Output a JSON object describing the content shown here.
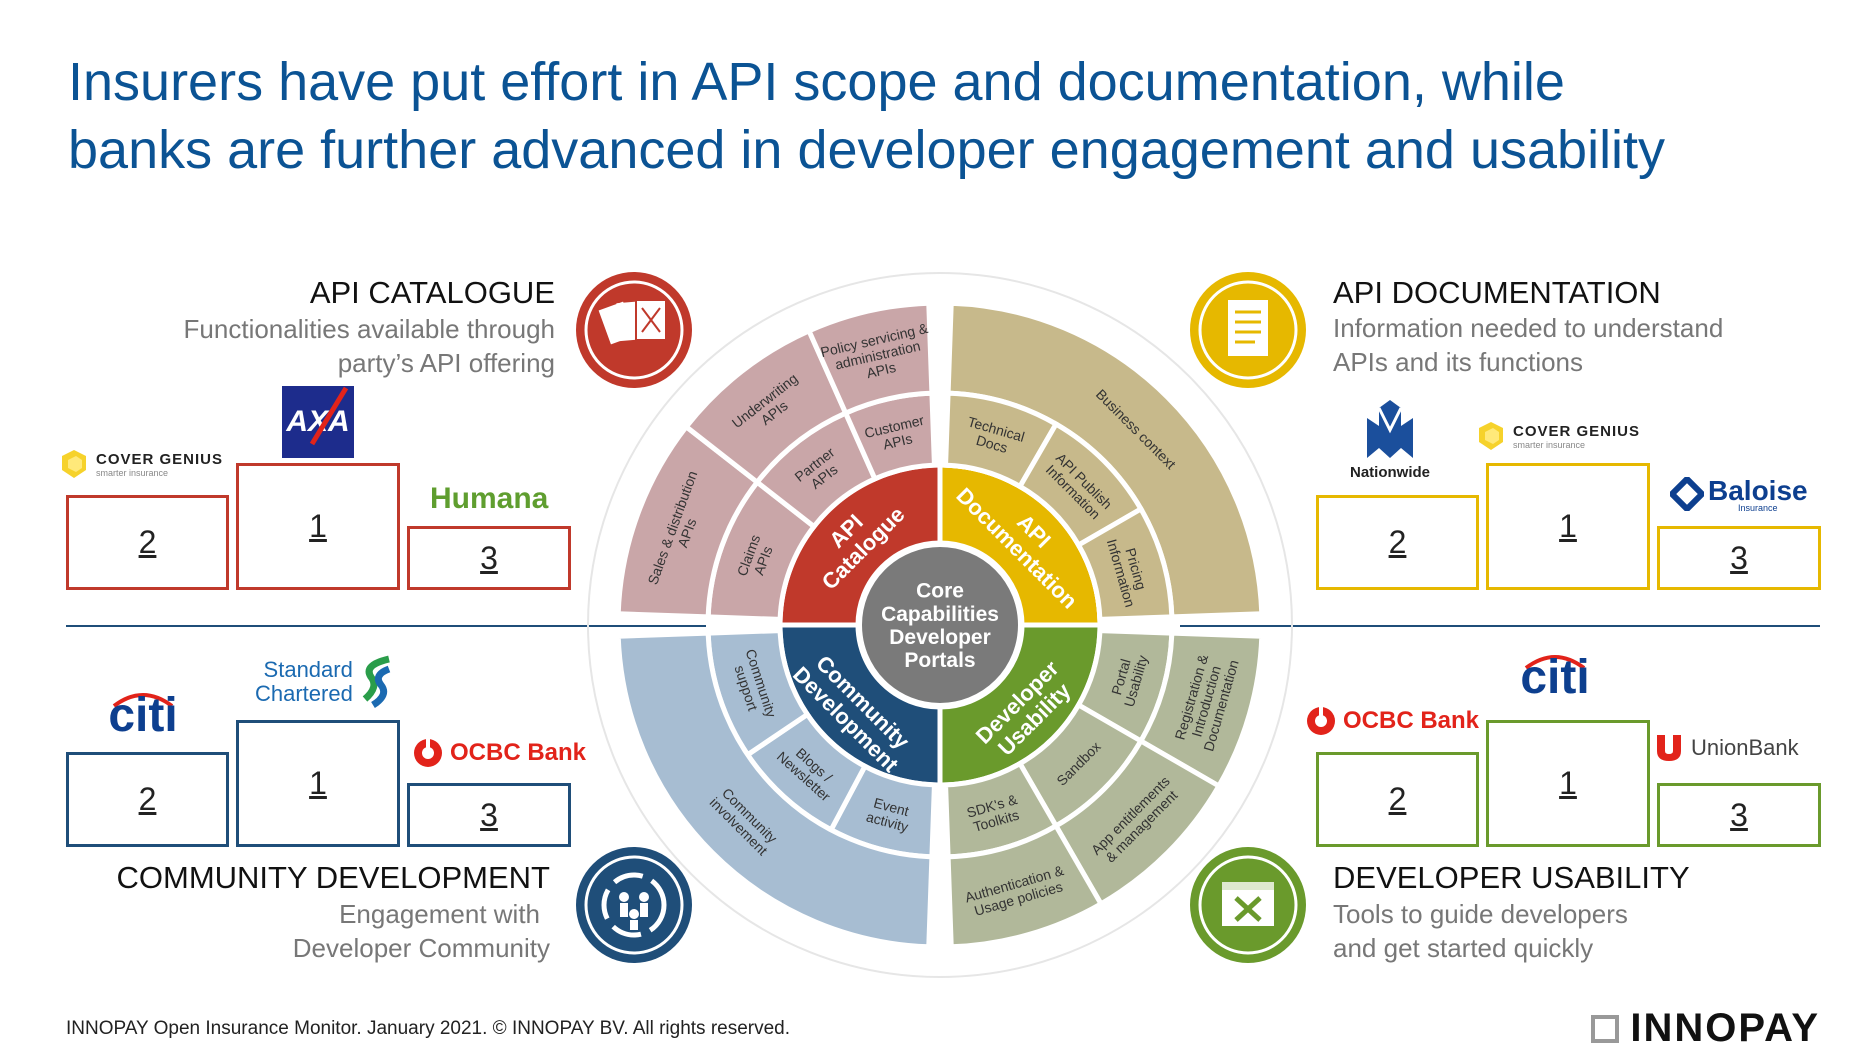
{
  "title": {
    "line1": "Insurers have put effort in API scope and documentation, while",
    "line2": "banks are further advanced in developer engagement and usability"
  },
  "quadrants": {
    "catalogue": {
      "heading": "API CATALOGUE",
      "sub1": "Functionalities available through",
      "sub2": "party’s API offering",
      "podium": {
        "first": "1",
        "second": "2",
        "third": "3"
      },
      "logos": {
        "second": "COVER GENIUS",
        "second_tag": "smarter insurance",
        "first": "AXA",
        "third": "Humana"
      }
    },
    "documentation": {
      "heading": "API DOCUMENTATION",
      "sub1": "Information needed to understand",
      "sub2": "APIs and its functions",
      "podium": {
        "first": "1",
        "second": "2",
        "third": "3"
      },
      "logos": {
        "second": "Nationwide",
        "first": "COVER GENIUS",
        "first_tag": "smarter insurance",
        "third": "Baloise",
        "third_tag": "Insurance"
      }
    },
    "community": {
      "heading": "COMMUNITY DEVELOPMENT",
      "sub1": "Engagement with",
      "sub2": "Developer Community",
      "podium": {
        "first": "1",
        "second": "2",
        "third": "3"
      },
      "logos": {
        "second": "citi",
        "first_a": "Standard",
        "first_b": "Chartered",
        "third": "OCBC Bank"
      }
    },
    "usability": {
      "heading": "DEVELOPER USABILITY",
      "sub1": "Tools to guide developers",
      "sub2": "and get started quickly",
      "podium": {
        "first": "1",
        "second": "2",
        "third": "3"
      },
      "logos": {
        "second": "OCBC Bank",
        "first": "citi",
        "third": "UnionBank"
      }
    }
  },
  "wheel": {
    "center": [
      "Core",
      "Capabilities",
      "Developer",
      "Portals"
    ],
    "inner": {
      "catalogue": [
        "API",
        "Catalogue"
      ],
      "documentation": [
        "API",
        "Documentation"
      ],
      "community": [
        "Community",
        "Development"
      ],
      "usability": [
        "Developer",
        "Usability"
      ]
    },
    "catalogue_items": {
      "claims": [
        "Claims",
        "APIs"
      ],
      "partner": [
        "Partner",
        "APIs"
      ],
      "customer": [
        "Customer",
        "APIs"
      ],
      "sales": [
        "Sales & distribution",
        "APIs"
      ],
      "underwriting": [
        "Underwriting",
        "APIs"
      ],
      "policy": [
        "Policy servicing &",
        "administration",
        "APIs"
      ]
    },
    "documentation_items": {
      "technical": [
        "Technical",
        "Docs"
      ],
      "publish": [
        "API Publish",
        "Information"
      ],
      "pricing": [
        "Pricing",
        "Information"
      ],
      "business": [
        "Business context"
      ]
    },
    "usability_items": {
      "portal": [
        "Portal",
        "Usability"
      ],
      "sandbox": [
        "Sandbox"
      ],
      "sdk": [
        "SDK's &",
        "Toolkits"
      ],
      "registration": [
        "Registration &",
        "Introduction",
        "Documentation"
      ],
      "entitlements": [
        "App entitlements",
        "& management"
      ],
      "authentication": [
        "Authentication &",
        "Usage policies"
      ]
    },
    "community_items": {
      "support": [
        "Community",
        "support"
      ],
      "blogs": [
        "Blogs /",
        "Newsletter"
      ],
      "event": [
        "Event",
        "activity"
      ],
      "involvement": [
        "Community",
        "involvement"
      ]
    }
  },
  "footer": "INNOPAY Open Insurance Monitor. January 2021. © INNOPAY BV. All rights reserved.",
  "brand": "INNOPAY",
  "colors": {
    "title": "#0b5394",
    "catalogue": "#c0392b",
    "documentation": "#e6b800",
    "community": "#1f4e79",
    "usability": "#6a9a2c",
    "catalogue_seg": "#c9a6a8",
    "documentation_seg": "#c7b98b",
    "community_seg": "#a7bdd2",
    "usability_seg": "#b1b89a"
  }
}
